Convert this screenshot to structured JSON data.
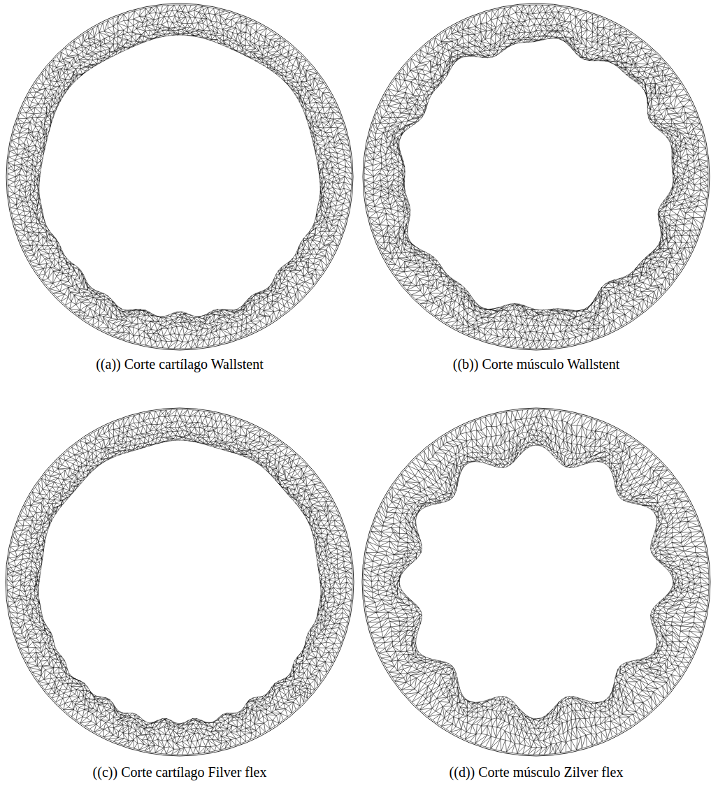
{
  "diagram": {
    "labels": [
      "((a)) Corte cartílago Wallstent",
      "((b)) Corte músculo Wallstent",
      "((c)) Corte cartílago Filver flex",
      "((d)) Corte músculo Zilver flex"
    ]
  }
}
